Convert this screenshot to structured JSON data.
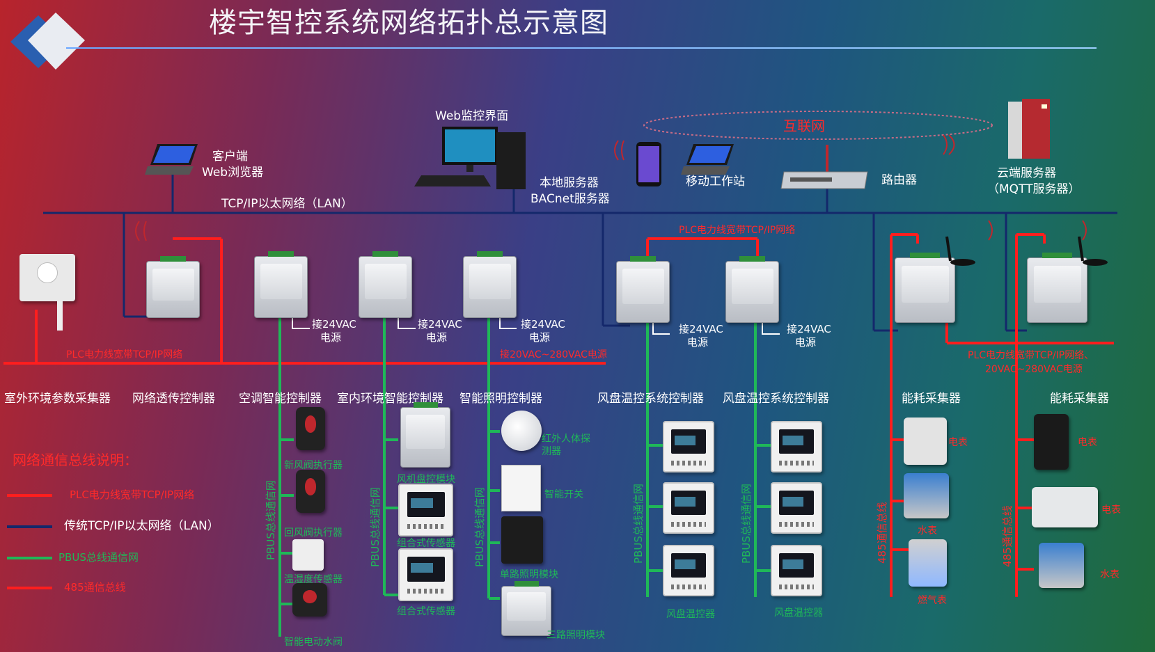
{
  "title": "楼宇智控系统网络拓扑总示意图",
  "top": {
    "web_ui": "Web监控界面",
    "client_1": "客户端",
    "client_2": "Web浏览器",
    "lan_label": "TCP/IP以太网络（LAN）",
    "local_server_1": "本地服务器",
    "local_server_2": "BACnet服务器",
    "mobile": "移动工作站",
    "internet": "互联网",
    "router": "路由器",
    "cloud_1": "云端服务器",
    "cloud_2": "（MQTT服务器）"
  },
  "plc_labels": {
    "left": "PLC电力线宽带TCP/IP网络",
    "power": "接20VAC~280VAC电源",
    "mid": "PLC电力线宽带TCP/IP网络",
    "right_1": "PLC电力线宽带TCP/IP网络、",
    "right_2": "20VAC~280VAC电源"
  },
  "power_24_1": "接24VAC",
  "power_24_2": "电源",
  "controllers": [
    "室外环境参数采集器",
    "网络透传控制器",
    "空调智能控制器",
    "室内环境智能控制器",
    "智能照明控制器",
    "风盘温控系统控制器",
    "风盘温控系统控制器",
    "能耗采集器",
    "能耗采集器"
  ],
  "pbus": "PBUS总线通信网",
  "bus485": "485通信总线",
  "ac_devices": [
    "新风阀执行器",
    "回风阀执行器",
    "温湿度传感器",
    "智能电动水阀"
  ],
  "indoor_devices": [
    "风机盘控模块",
    "组合式传感器",
    "组合式传感器"
  ],
  "light_devices": [
    "红外人体探测器",
    "智能开关",
    "单路照明模块",
    "三路照明模块"
  ],
  "fan_coil": "风盘温控器",
  "energy_left": [
    "电表",
    "水表",
    "燃气表"
  ],
  "energy_right": [
    "电表",
    "电表",
    "水表"
  ],
  "legend": {
    "title": "网络通信总线说明：",
    "items": [
      {
        "label": "PLC电力线宽带TCP/IP网络",
        "color": "#ff1e1e"
      },
      {
        "label": "传统TCP/IP以太网络（LAN）",
        "color": "#1a2a6e"
      },
      {
        "label": "PBUS总线通信网",
        "color": "#1fb858"
      },
      {
        "label": "485通信总线",
        "color": "#ff1e1e"
      }
    ]
  },
  "colors": {
    "red": "#ff1e1e",
    "navy": "#1a2a6e",
    "green": "#1fb858"
  }
}
